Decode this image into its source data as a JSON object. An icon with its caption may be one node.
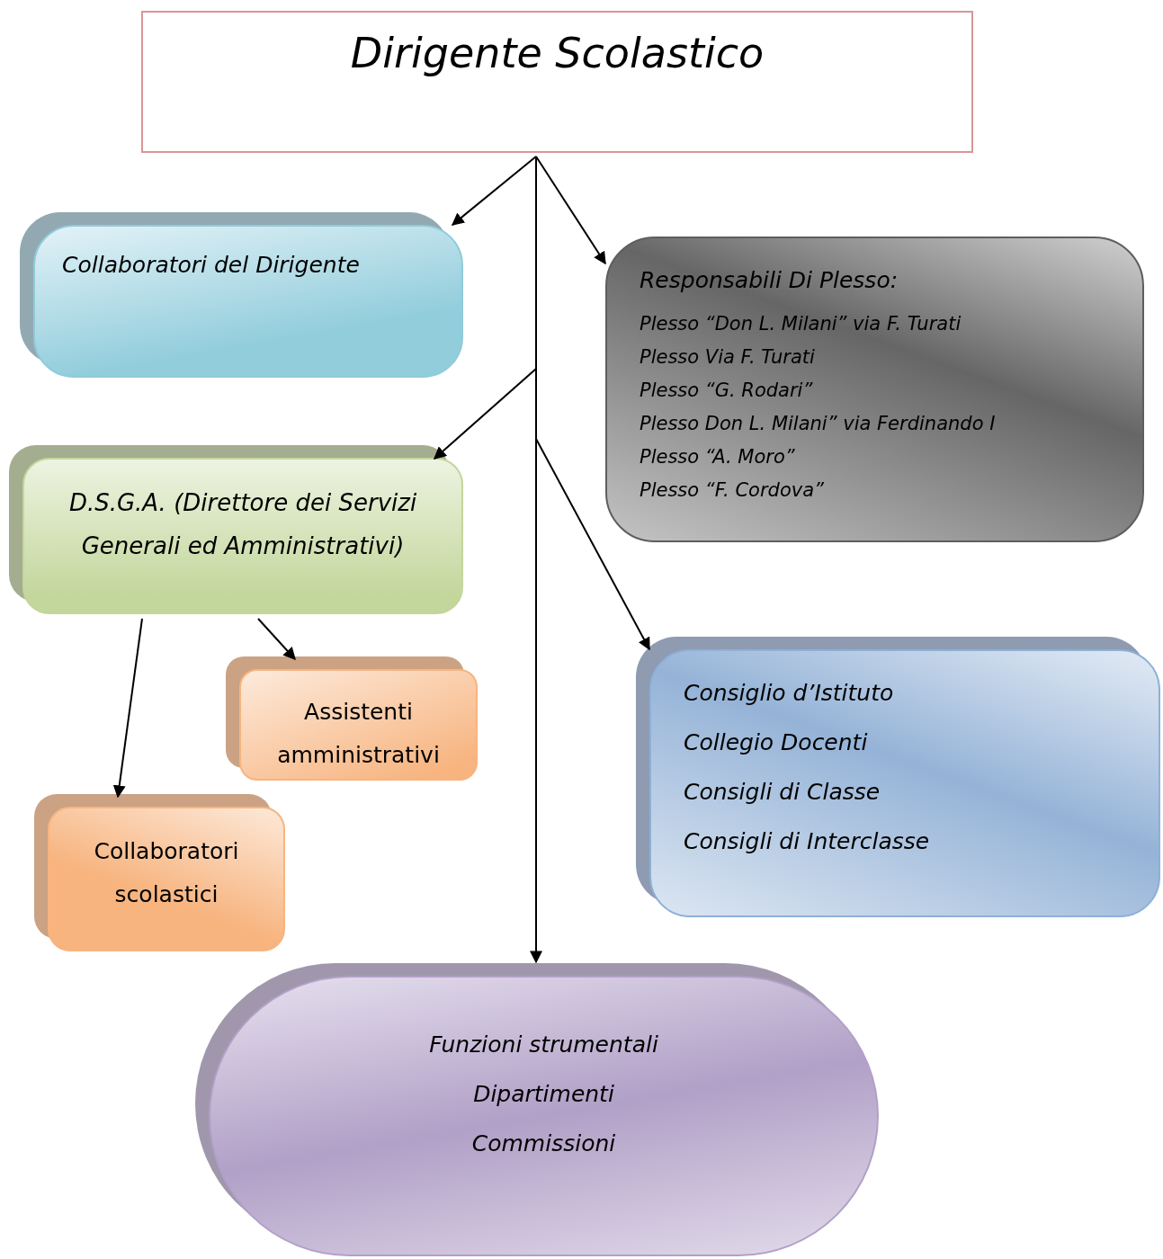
{
  "diagram": {
    "nodes": [
      {
        "text": [
          "Dirigente Scolastico"
        ]
      },
      {
        "text": [
          "Collaboratori del Dirigente"
        ]
      },
      {
        "text": [
          "Responsabili Di Plesso:",
          "Plesso “Don L. Milani” via F. Turati",
          "Plesso Via F. Turati",
          "Plesso “G. Rodari”",
          "Plesso Don L. Milani” via Ferdinando I",
          "Plesso “A. Moro”",
          "Plesso “F. Cordova”"
        ]
      },
      {
        "text": [
          "D.S.G.A. (Direttore dei Servizi Generali ed Amministrativi)"
        ]
      },
      {
        "text": [
          "Assistenti amministrativi"
        ]
      },
      {
        "text": [
          "Collaboratori scolastici"
        ]
      },
      {
        "text": [
          "Consiglio d’Istituto",
          "Collegio Docenti",
          "Consigli di Classe",
          "Consigli di Interclasse"
        ]
      },
      {
        "text": [
          "Funzioni strumentali",
          "Dipartimenti",
          "Commissioni"
        ]
      }
    ],
    "edges": [
      {
        "from": 0,
        "to": 1,
        "arrow": "to"
      },
      {
        "from": 0,
        "to": 2,
        "arrow": "to"
      },
      {
        "from": 0,
        "to": 3,
        "arrow": "to"
      },
      {
        "from": 0,
        "to": 6,
        "arrow": "to"
      },
      {
        "from": 0,
        "to": 7,
        "arrow": "to"
      },
      {
        "from": 3,
        "to": 4,
        "arrow": "to"
      },
      {
        "from": 3,
        "to": 5,
        "arrow": "to"
      }
    ]
  }
}
